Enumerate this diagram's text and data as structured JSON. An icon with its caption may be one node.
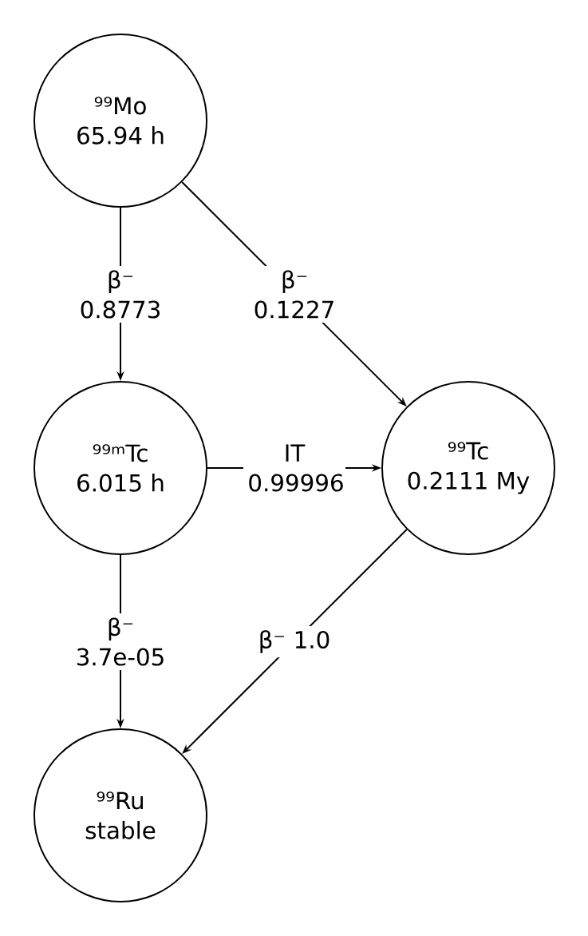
{
  "diagram": {
    "nodes": [
      {
        "text": [
          "⁹⁹Mo",
          "65.94 h"
        ]
      },
      {
        "text": [
          "⁹⁹ᵐTc",
          "6.015 h"
        ]
      },
      {
        "text": [
          "⁹⁹Tc",
          "0.2111 My"
        ]
      },
      {
        "text": [
          "⁹⁹Ru",
          "stable"
        ]
      }
    ],
    "edges": [
      {
        "from": 0,
        "to": 1,
        "arrow": "to",
        "label": "β⁻ 0.8773"
      },
      {
        "from": 0,
        "to": 2,
        "arrow": "to",
        "label": "β⁻ 0.1227"
      },
      {
        "from": 1,
        "to": 2,
        "arrow": "to",
        "label": "IT 0.99996"
      },
      {
        "from": 1,
        "to": 3,
        "arrow": "to",
        "label": "β⁻ 3.7e-05"
      },
      {
        "from": 2,
        "to": 3,
        "arrow": "to",
        "label": "β⁻ 1.0"
      }
    ]
  }
}
